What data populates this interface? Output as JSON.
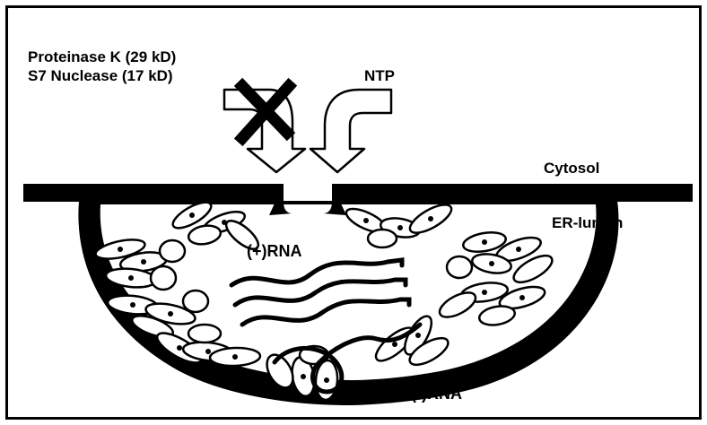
{
  "labels": {
    "enzymes_line1": "Proteinase K (29 kD)",
    "enzymes_line2": "S7 Nuclease (17 kD)",
    "ntp": "NTP",
    "cytosol": "Cytosol",
    "er_lumen": "ER-lumen",
    "plus_rna": "(+)RNA",
    "minus_rna": "(-)RNA"
  },
  "colors": {
    "ink": "#000000",
    "background": "#ffffff",
    "protein_fill": "#ffffff"
  },
  "icons": {
    "blocked_marker": "x-cross-icon",
    "entry_arrows": "curved-down-arrow-icon"
  }
}
